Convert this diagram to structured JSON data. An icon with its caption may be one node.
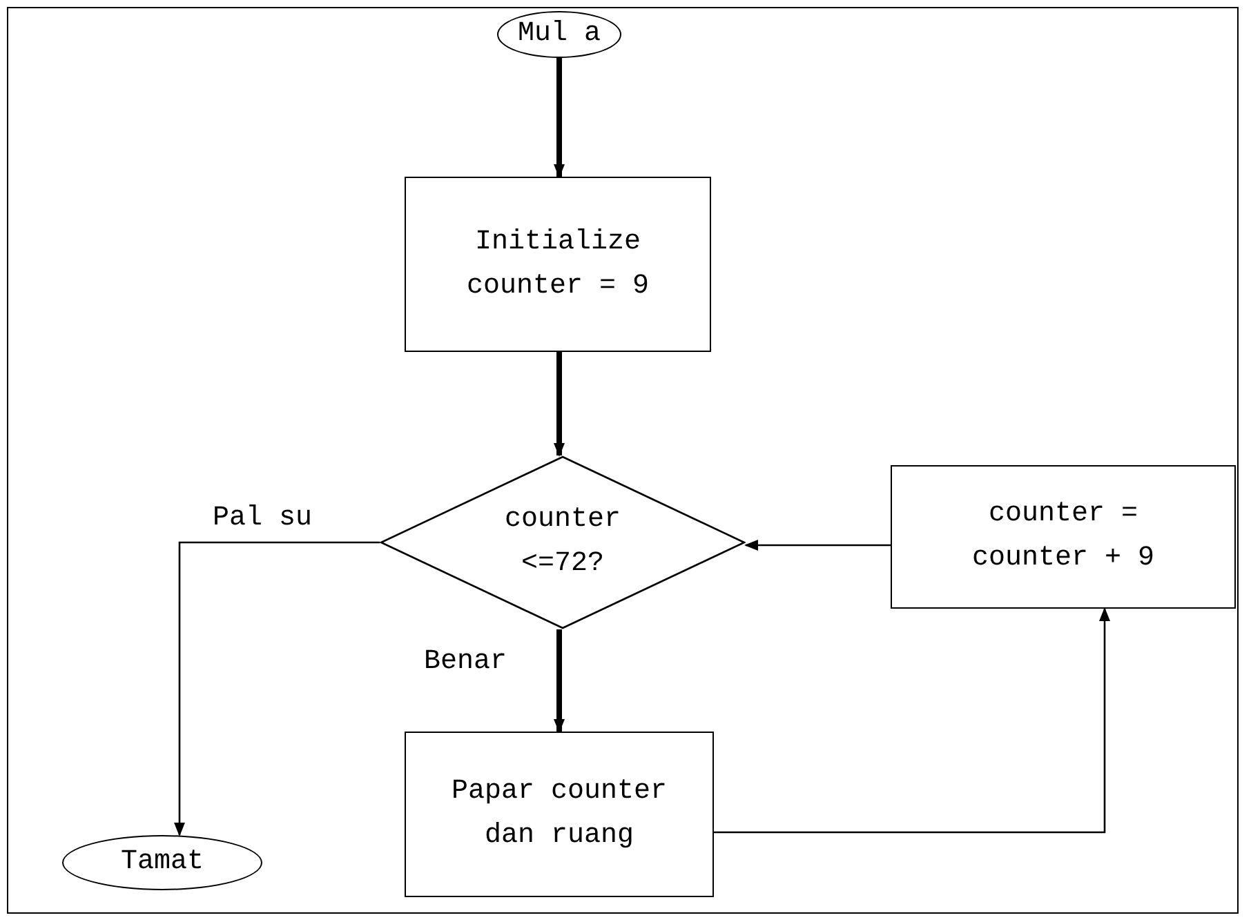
{
  "diagram": {
    "nodes": [
      {
        "text": [
          "Mul a"
        ]
      },
      {
        "text": [
          "Initialize counter = 9"
        ]
      },
      {
        "text": [
          "counter <=72?"
        ]
      },
      {
        "text": [
          "counter = counter + 9"
        ]
      },
      {
        "text": [
          "Papar counter dan ruang"
        ]
      },
      {
        "text": [
          "Tamat"
        ]
      }
    ],
    "edges": [
      {
        "from": 0,
        "to": 1,
        "arrow": "to",
        "style": "thick"
      },
      {
        "from": 1,
        "to": 2,
        "arrow": "to",
        "style": "thick"
      },
      {
        "from": 2,
        "to": 5,
        "arrow": "to",
        "label": "Pal su"
      },
      {
        "from": 2,
        "to": 4,
        "arrow": "to",
        "label": "Benar",
        "style": "thick"
      },
      {
        "from": 4,
        "to": 3,
        "arrow": "to"
      },
      {
        "from": 3,
        "to": 2,
        "arrow": "to"
      }
    ]
  }
}
